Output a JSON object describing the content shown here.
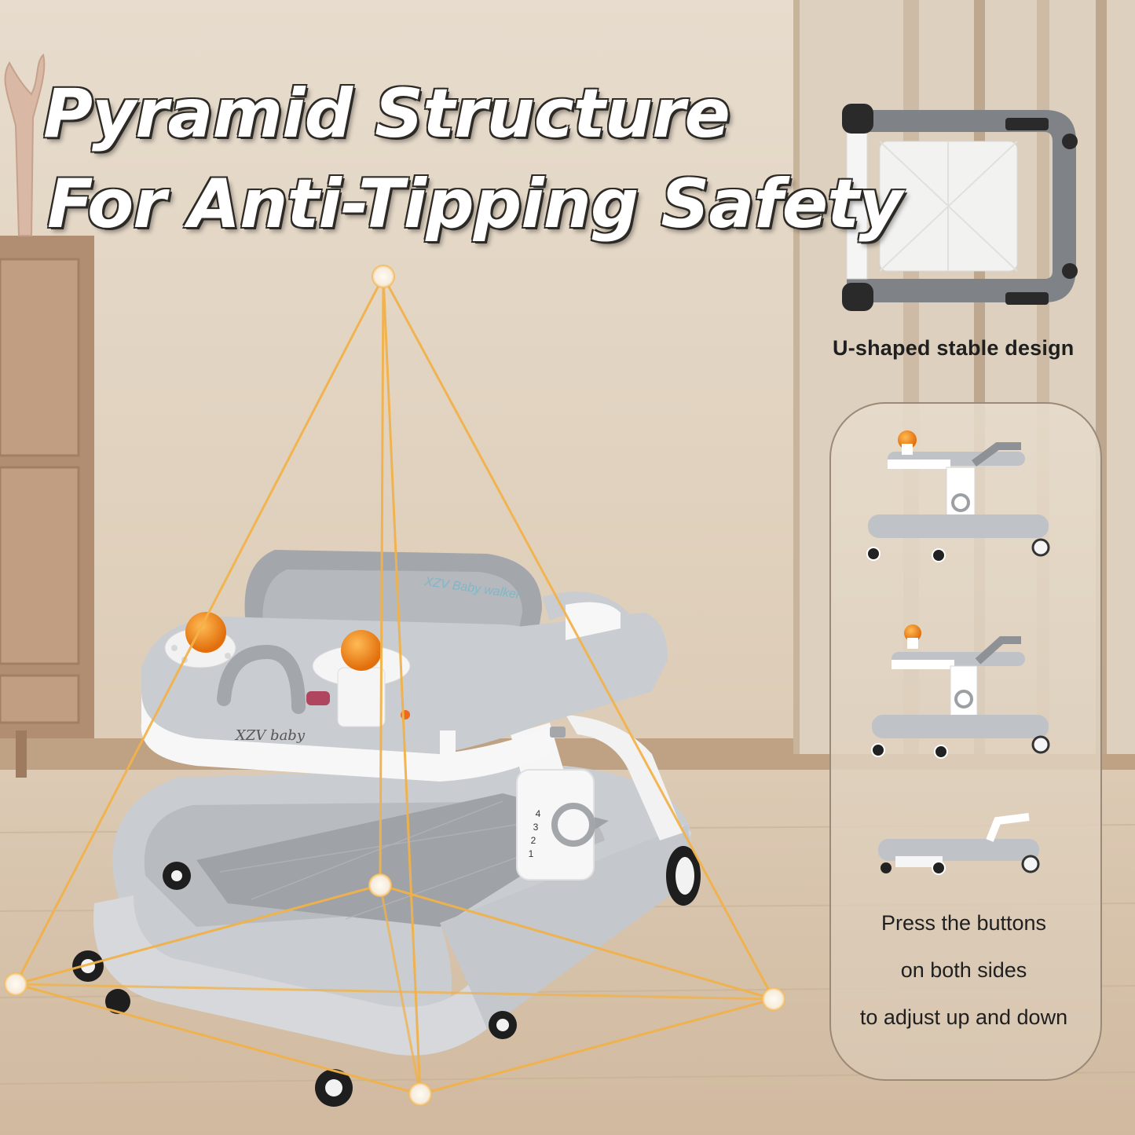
{
  "headline": {
    "line1": "Pyramid Structure",
    "line2": "For Anti-Tipping Safety"
  },
  "captions": {
    "u_shape": "U-shaped stable design"
  },
  "instructions": {
    "line1": "Press the buttons",
    "line2": "on both sides",
    "line3": "to adjust up and down"
  },
  "product": {
    "tray_logo": "XZV baby",
    "seat_logo": "XZV Baby walker",
    "height_levels": [
      "4",
      "3",
      "2",
      "1"
    ]
  },
  "colors": {
    "wall": "#e4d6c3",
    "floor": "#d8c4ad",
    "walker_gray": "#c9ccd0",
    "walker_white": "#f6f6f6",
    "pyramid_lines": "#f1b24a",
    "toy_orange": "#f08a1c"
  }
}
